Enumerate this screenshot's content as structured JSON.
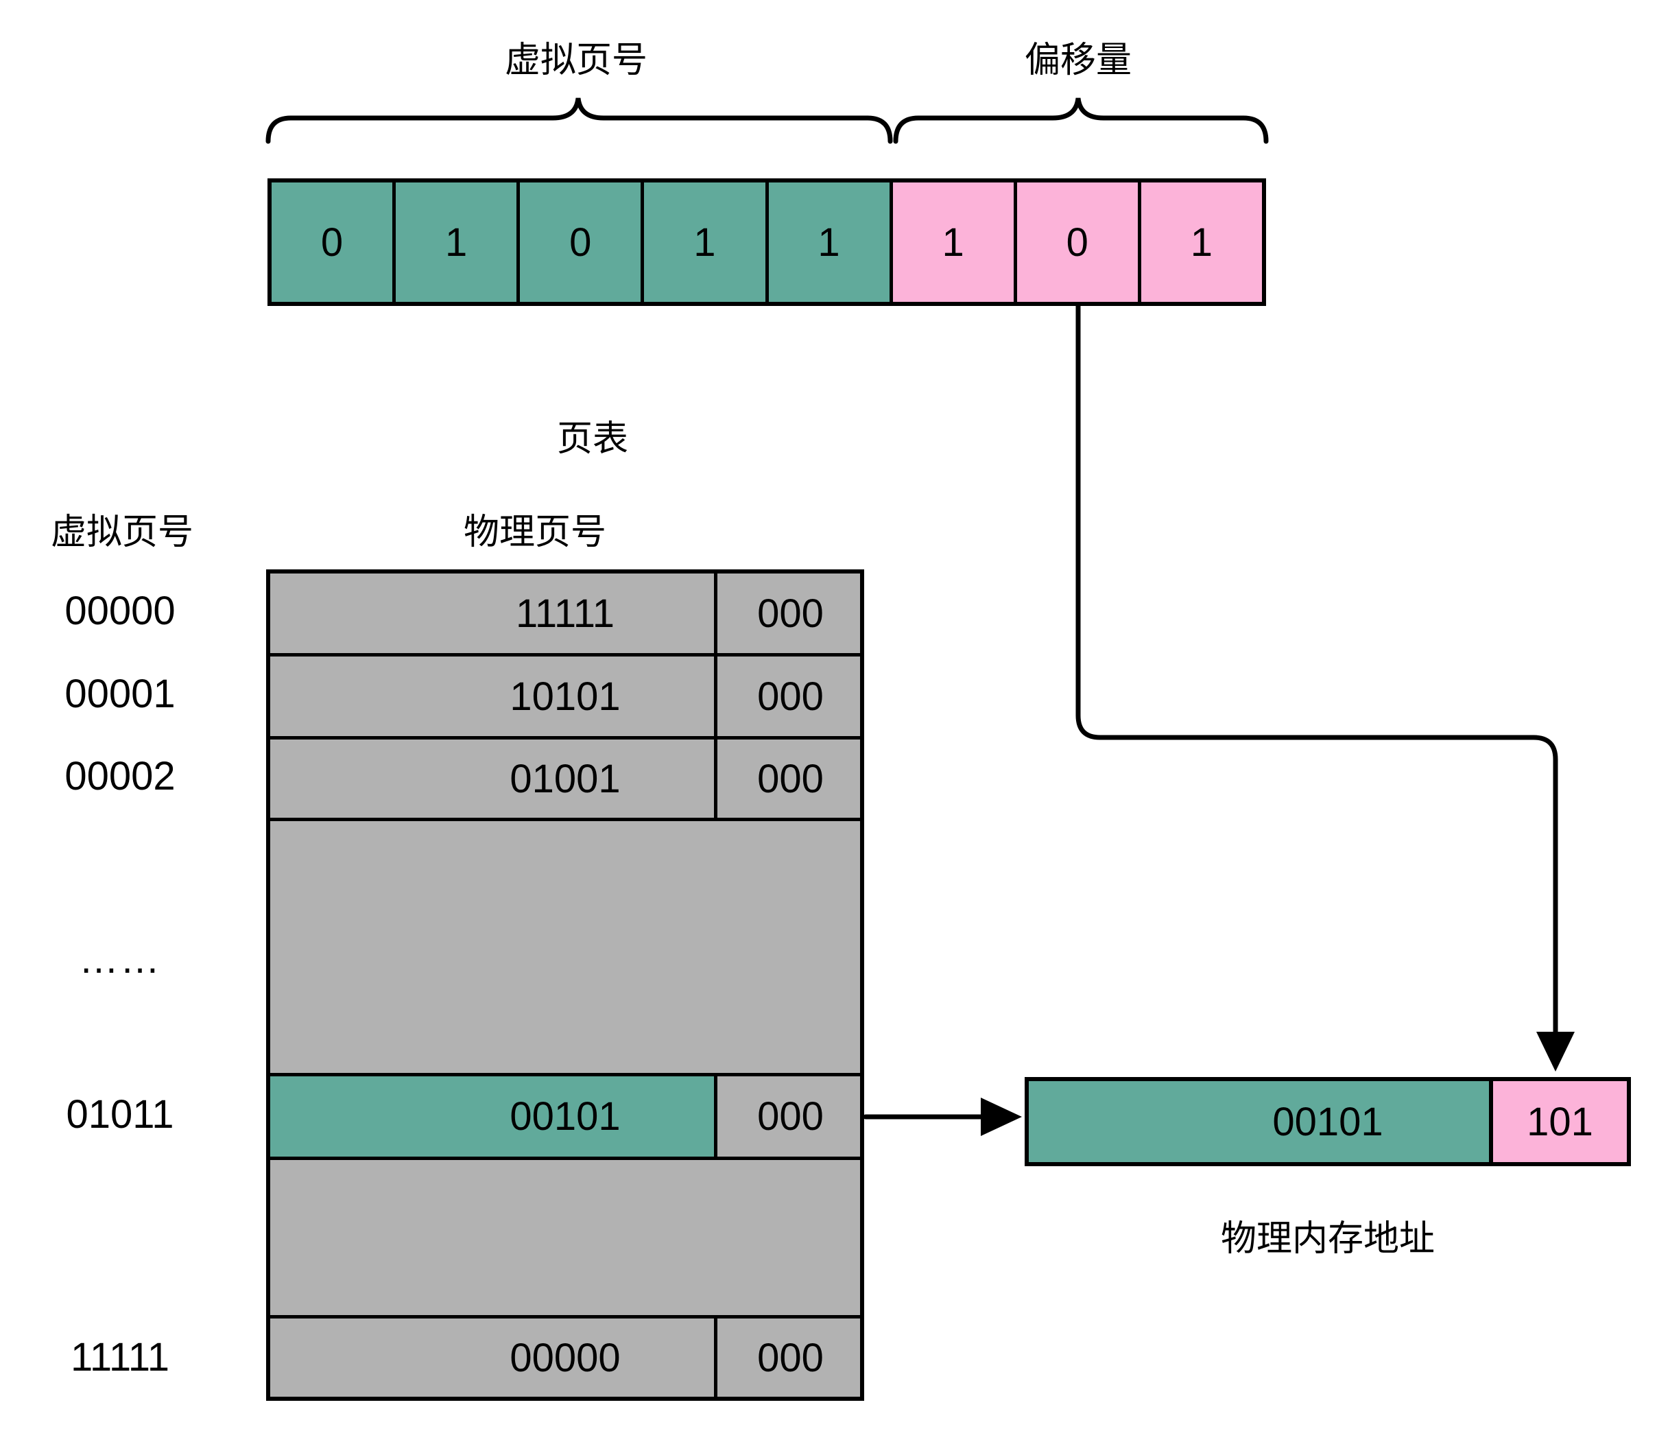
{
  "colors": {
    "green": "#61AA9B",
    "pink": "#FCB3D9",
    "gray": "#B2B2B2",
    "line": "#000000"
  },
  "top": {
    "virtual_page_label": "虚拟页号",
    "offset_label": "偏移量"
  },
  "address_bits": {
    "virtual_page_bits": [
      "0",
      "1",
      "0",
      "1",
      "1"
    ],
    "offset_bits": [
      "1",
      "0",
      "1"
    ]
  },
  "page_table": {
    "title": "页表",
    "virtual_page_column_label": "虚拟页号",
    "physical_page_column_label": "物理页号",
    "ellipsis_label": "……",
    "rows": [
      {
        "virtual_page": "00000",
        "physical_page": "11111",
        "offset_bits": "000"
      },
      {
        "virtual_page": "00001",
        "physical_page": "10101",
        "offset_bits": "000"
      },
      {
        "virtual_page": "00002",
        "physical_page": "01001",
        "offset_bits": "000"
      },
      {
        "virtual_page": "01011",
        "physical_page": "00101",
        "offset_bits": "000",
        "highlighted": true
      },
      {
        "virtual_page": "11111",
        "physical_page": "00000",
        "offset_bits": "000"
      }
    ]
  },
  "physical_address": {
    "label": "物理内存地址",
    "physical_page": "00101",
    "offset_bits": "101"
  }
}
